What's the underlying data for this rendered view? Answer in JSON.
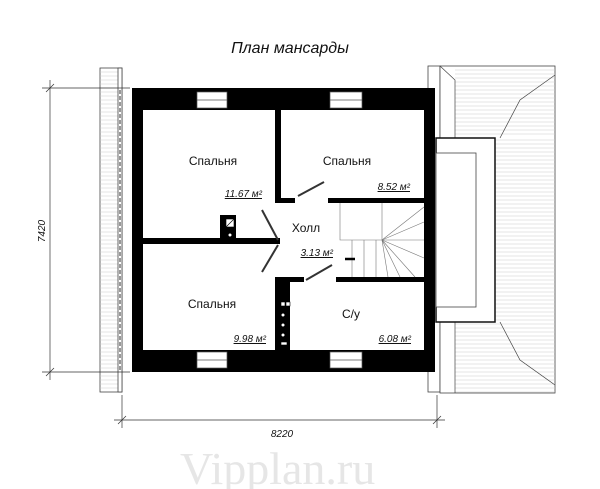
{
  "title": "План мансарды",
  "watermark": "Vipplan.ru",
  "rooms": [
    {
      "name": "Спальня",
      "area": "11.67 м²"
    },
    {
      "name": "Спальня",
      "area": "8.52 м²"
    },
    {
      "name": "Холл",
      "area": "3.13 м²"
    },
    {
      "name": "Спальня",
      "area": "9.98 м²"
    },
    {
      "name": "С/у",
      "area": "6.08 м²"
    }
  ],
  "dimensions": {
    "height": "7420",
    "width": "8220"
  }
}
